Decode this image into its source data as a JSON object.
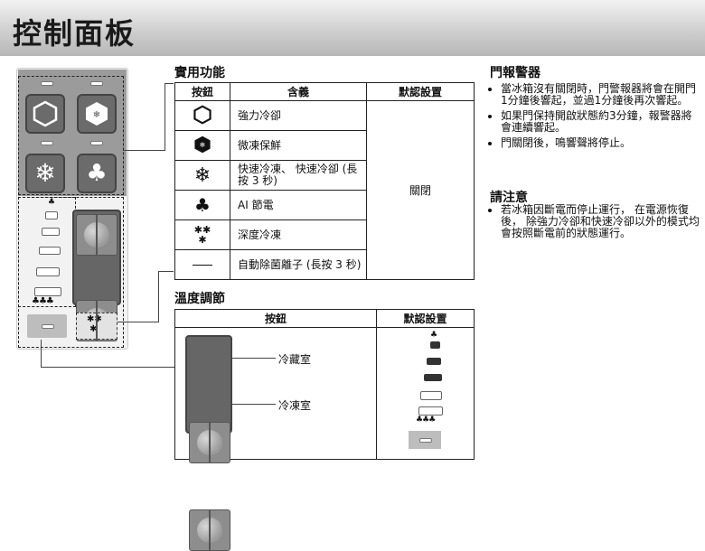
{
  "page_title": "控制面板",
  "functions": {
    "title": "實用功能",
    "headers": [
      "按鈕",
      "含義",
      "默認設置"
    ],
    "rows": [
      {
        "icon": "hexagon-icon",
        "meaning": "強力冷卻"
      },
      {
        "icon": "ice-crystal-icon",
        "meaning": "微凍保鮮"
      },
      {
        "icon": "snowflake-icon",
        "meaning": "快速冷凍、 快速冷卻 (長按 3 秒)"
      },
      {
        "icon": "leaf-icon",
        "meaning": "AI 節電"
      },
      {
        "icon": "deep-freeze-icon",
        "meaning": "深度冷凍"
      },
      {
        "icon": "dash-icon",
        "meaning": "自動除菌離子 (長按 3 秒)"
      }
    ],
    "default": "關閉"
  },
  "temperature": {
    "title": "溫度調節",
    "headers": [
      "按鈕",
      "默認設置"
    ],
    "fridge_label": "冷藏室",
    "freezer_label": "冷凍室"
  },
  "door_alarm": {
    "title": "門報警器",
    "items": [
      "當冰箱沒有關閉時，門警報器將會在開門1分鐘後響起，並過1分鐘後再次響起。",
      "如果門保持開啟狀態約3分鐘，報警器將會連續響起。",
      "門關閉後，鳴響聲將停止。"
    ]
  },
  "notice": {
    "title": "請注意",
    "items": [
      "若冰箱因斷電而停止運行， 在電源恢復後， 除強力冷卻和快速冷卻以外的模式均會按照斷電前的狀態運行。"
    ]
  }
}
